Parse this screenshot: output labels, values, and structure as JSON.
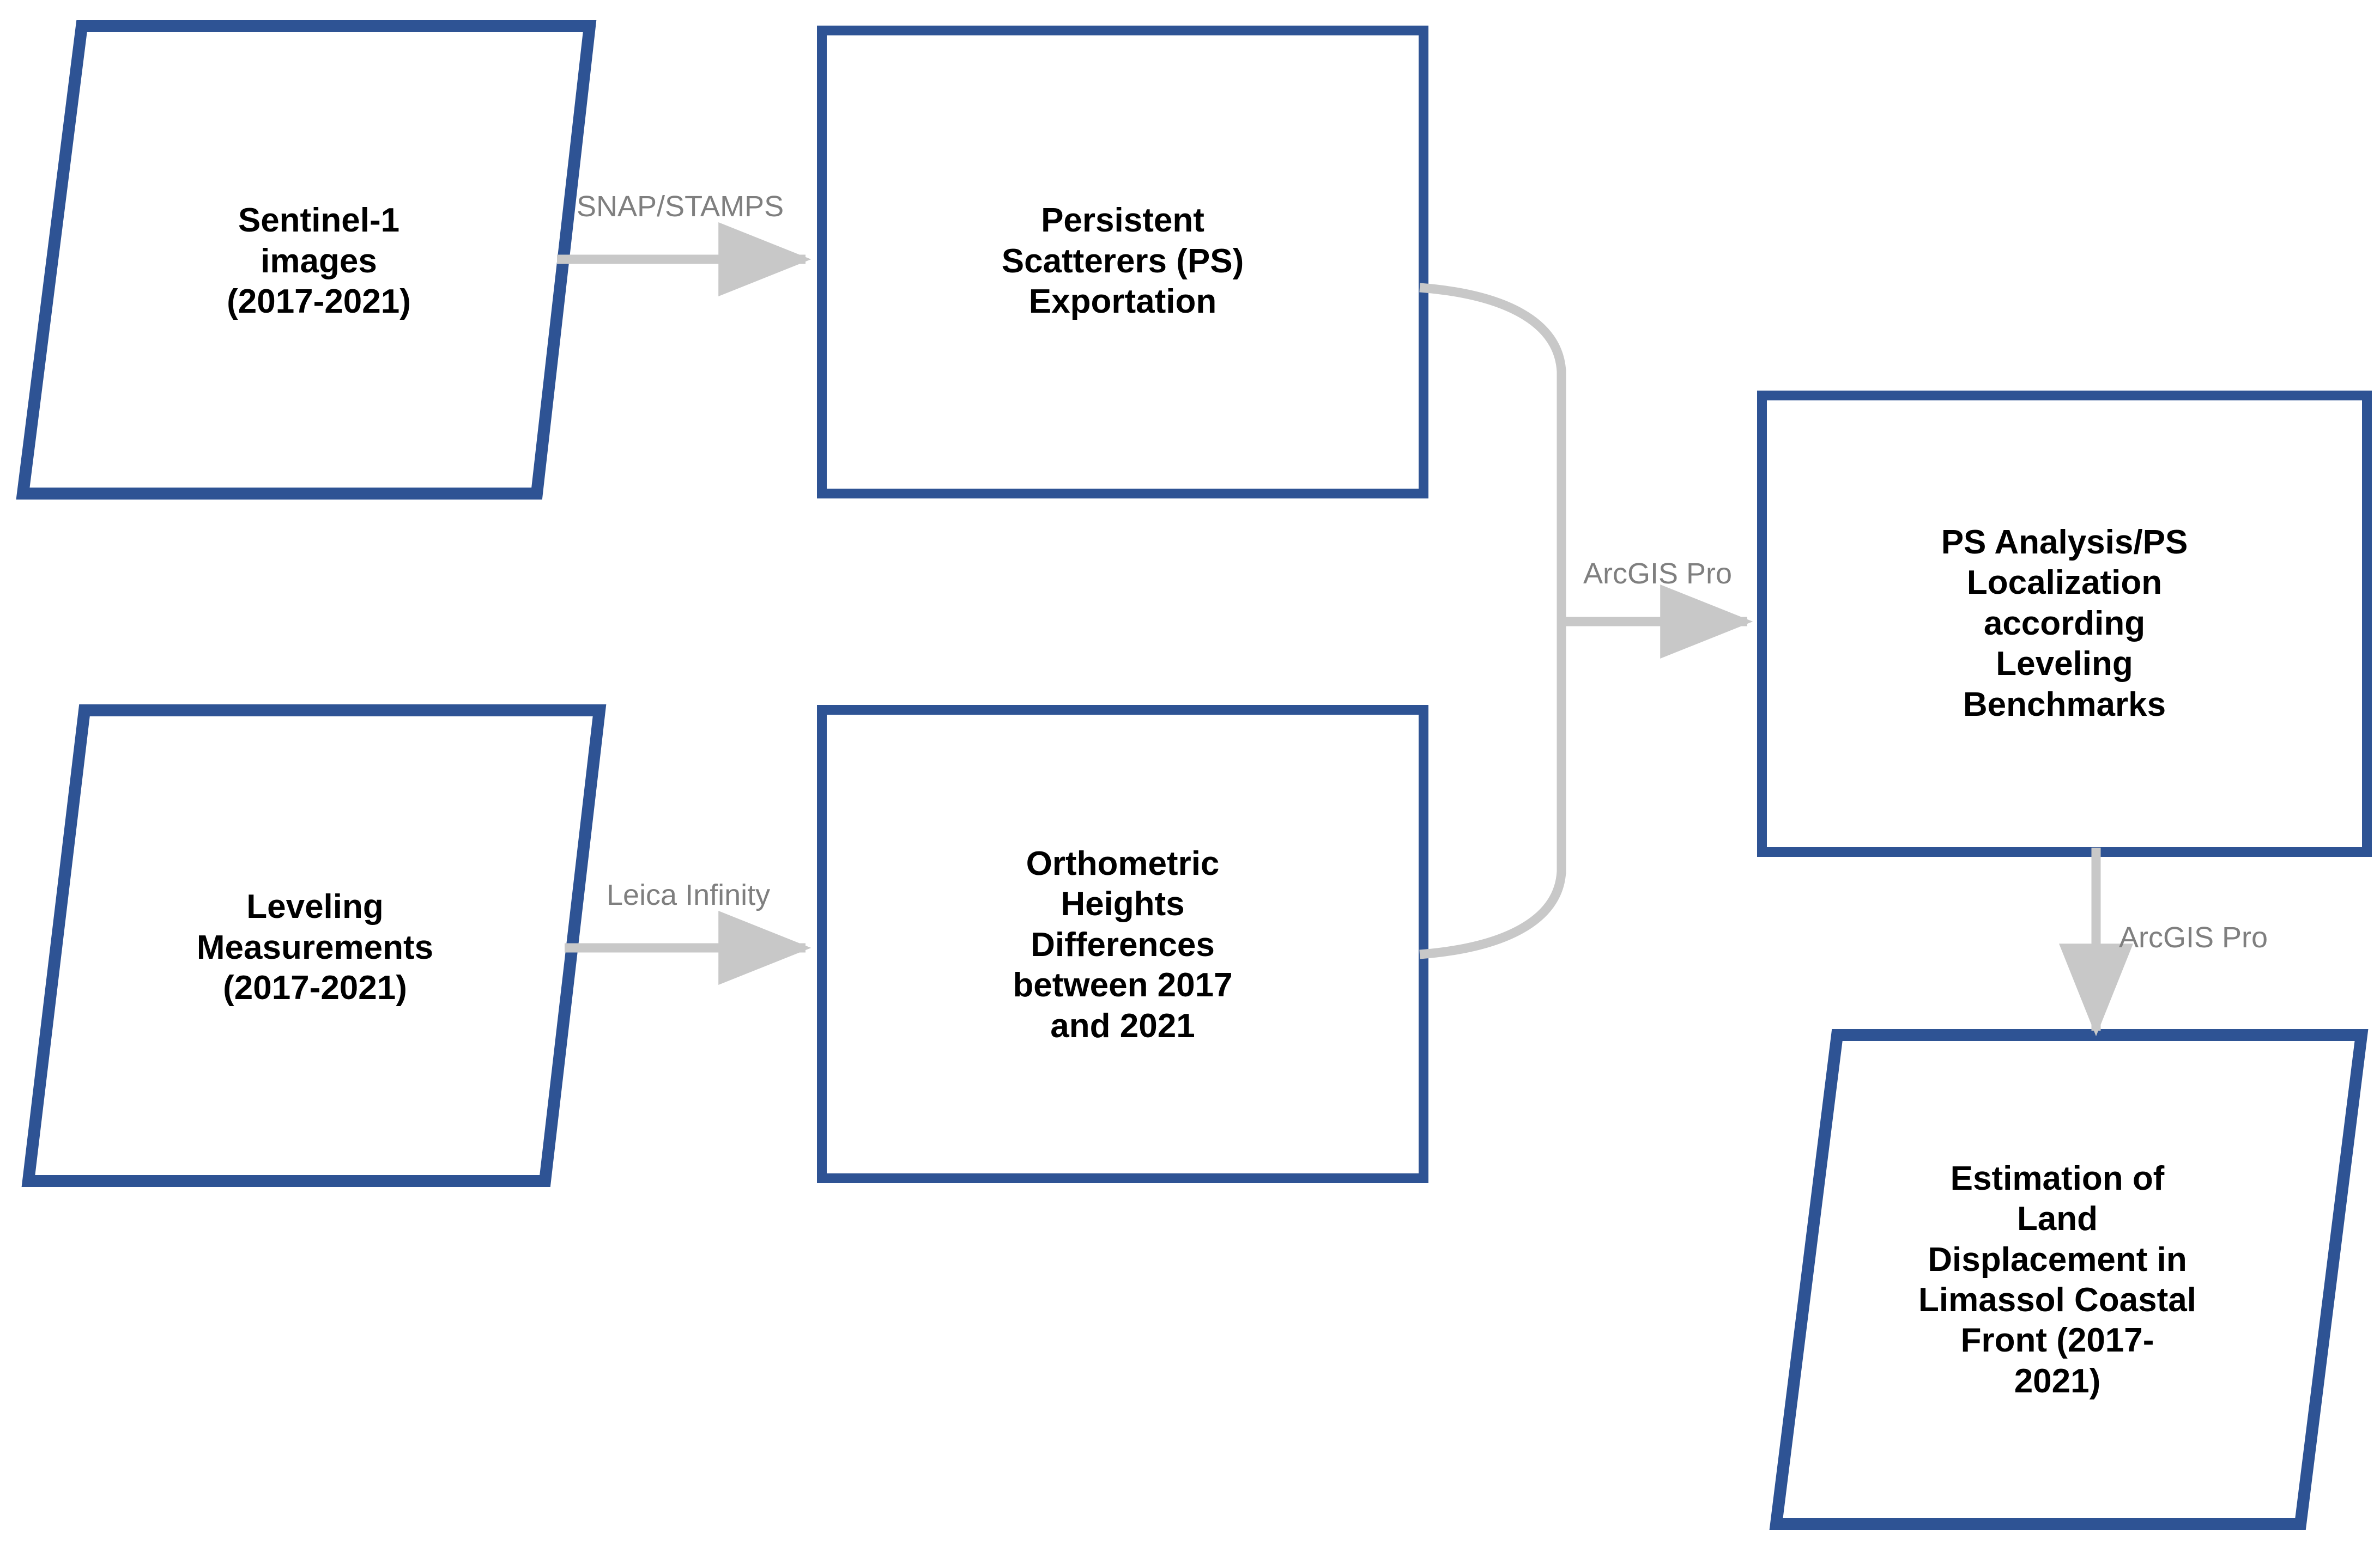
{
  "diagram": {
    "type": "flowchart",
    "title": "",
    "colors": {
      "node_border": "#2E5394",
      "node_fill": "#FFFFFF",
      "connector": "#C8C8C8",
      "edge_label_text": "#7F7F7F",
      "node_text": "#000000",
      "background": "#FFFFFF"
    },
    "nodes": [
      {
        "id": "sentinel-images",
        "shape": "parallelogram",
        "label": "Sentinel-1\nimages\n(2017-2021)"
      },
      {
        "id": "ps-exportation",
        "shape": "rectangle",
        "label": "Persistent\nScatterers (PS)\nExportation"
      },
      {
        "id": "leveling-measurements",
        "shape": "parallelogram",
        "label": "Leveling\nMeasurements\n(2017-2021)"
      },
      {
        "id": "orthometric-heights",
        "shape": "rectangle",
        "label": "Orthometric\nHeights\nDifferences\nbetween 2017\nand 2021"
      },
      {
        "id": "ps-analysis",
        "shape": "rectangle",
        "label": "PS Analysis/PS\nLocalization\naccording\nLeveling\nBenchmarks"
      },
      {
        "id": "land-displacement",
        "shape": "parallelogram",
        "label": "Estimation of\nLand\nDisplacement in\nLimassol Coastal\nFront (2017-\n2021)"
      }
    ],
    "edges": [
      {
        "id": "edge-snap-stamps",
        "from": "sentinel-images",
        "to": "ps-exportation",
        "label": "SNAP/STAMPS"
      },
      {
        "id": "edge-leica-infinity",
        "from": "leveling-measurements",
        "to": "orthometric-heights",
        "label": "Leica Infinity"
      },
      {
        "id": "edge-arcgis-pro-merge",
        "from": "ps-exportation + orthometric-heights",
        "to": "ps-analysis",
        "label": "ArcGIS Pro"
      },
      {
        "id": "edge-arcgis-pro-down",
        "from": "ps-analysis",
        "to": "land-displacement",
        "label": "ArcGIS Pro"
      }
    ]
  }
}
